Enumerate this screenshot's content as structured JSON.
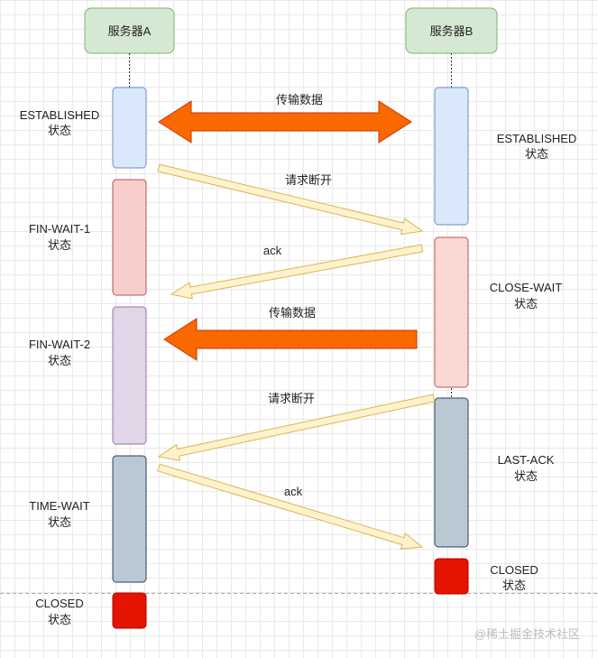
{
  "servers": {
    "a": "服务器A",
    "b": "服务器B"
  },
  "states_a": {
    "established": "ESTABLISHED",
    "fin_wait_1": "FIN-WAIT-1",
    "fin_wait_2": "FIN-WAIT-2",
    "time_wait": "TIME-WAIT",
    "closed": "CLOSED"
  },
  "states_b": {
    "established": "ESTABLISHED",
    "close_wait": "CLOSE-WAIT",
    "last_ack": "LAST-ACK",
    "closed": "CLOSED"
  },
  "state_suffix": "状态",
  "messages": {
    "transfer_1": "传输数据",
    "fin_1": "请求断开",
    "ack_1": "ack",
    "transfer_2": "传输数据",
    "fin_2": "请求断开",
    "ack_2": "ack"
  },
  "watermark": "@稀土掘金技术社区",
  "colors": {
    "server_fill": "#d5e8d4",
    "server_stroke": "#82b366",
    "established_fill": "#dae8fc",
    "established_stroke": "#6c8ebf",
    "red_light_fill": "#f8cecc",
    "red_light_stroke": "#b85450",
    "purple_fill": "#e1d5e7",
    "purple_stroke": "#9673a6",
    "slate_fill": "#bac8d3",
    "slate_stroke": "#23445d",
    "closed_fill": "#e51400",
    "closed_stroke": "#b20000",
    "arrow_orange": "#fa6800",
    "arrow_orange_stroke": "#c73500",
    "arrow_yellow": "#fff2cc",
    "arrow_yellow_stroke": "#d6b656"
  }
}
